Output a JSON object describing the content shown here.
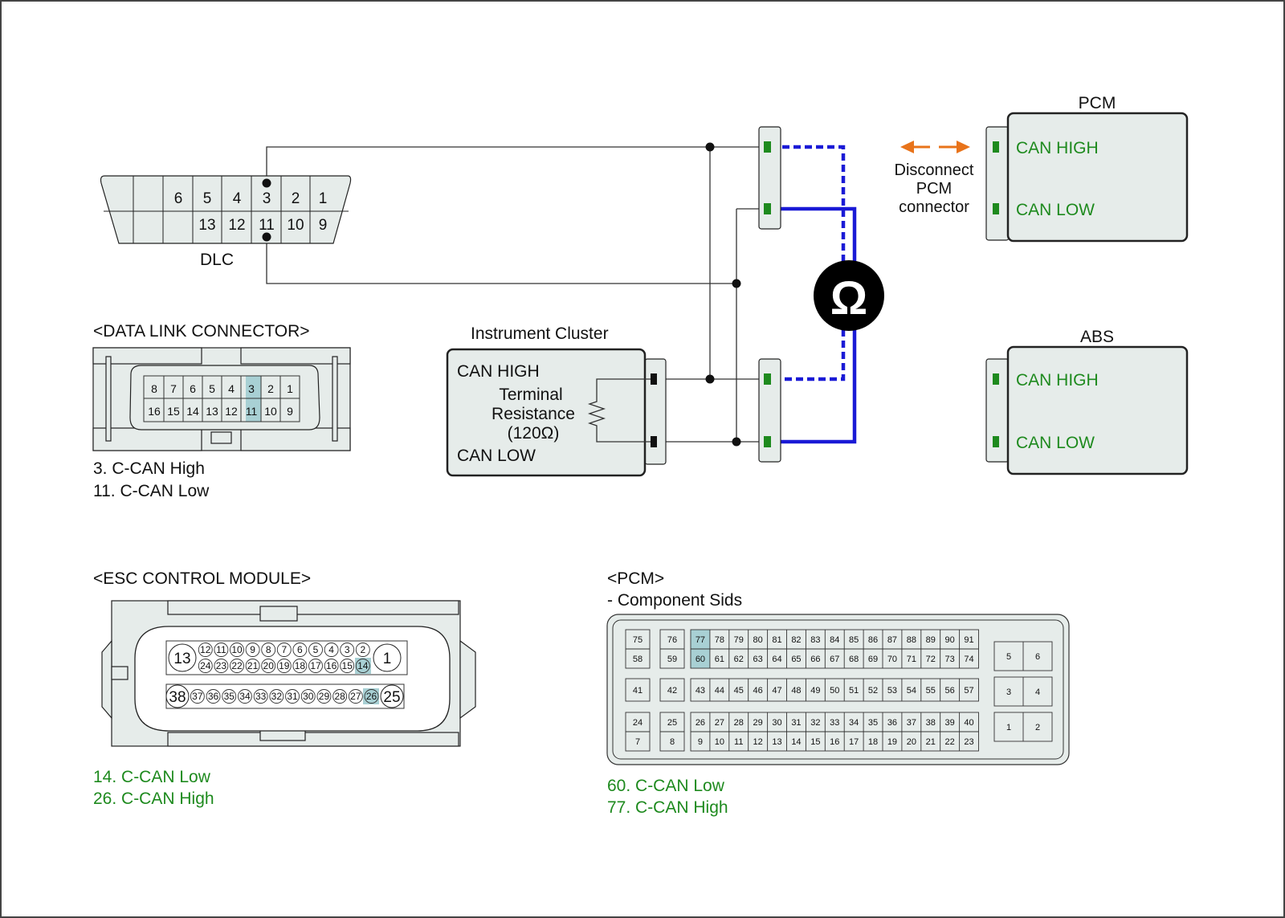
{
  "dlc": {
    "label": "DLC",
    "top_pins": [
      "6",
      "5",
      "4",
      "3",
      "2",
      "1"
    ],
    "bottom_pins": [
      "13",
      "12",
      "11",
      "10",
      "9"
    ]
  },
  "data_link_connector": {
    "title": "<DATA LINK CONNECTOR>",
    "top_pins": [
      "8",
      "7",
      "6",
      "5",
      "4",
      "3",
      "2",
      "1"
    ],
    "bottom_pins": [
      "16",
      "15",
      "14",
      "13",
      "12",
      "11",
      "10",
      "9"
    ],
    "highlighted": [
      "3",
      "11"
    ],
    "notes": [
      "3. C-CAN High",
      "11. C-CAN Low"
    ]
  },
  "instrument_cluster": {
    "title": "Instrument Cluster",
    "can_high": "CAN HIGH",
    "can_low": "CAN LOW",
    "terminal": "Terminal",
    "resistance": "Resistance",
    "value": "(120Ω)"
  },
  "meter": {
    "symbol": "Ω"
  },
  "pcm_module": {
    "title": "PCM",
    "can_high": "CAN HIGH",
    "can_low": "CAN LOW",
    "disconnect_lines": [
      "Disconnect",
      "PCM",
      "connector"
    ]
  },
  "abs_module": {
    "title": "ABS",
    "can_high": "CAN HIGH",
    "can_low": "CAN LOW"
  },
  "esc_module": {
    "title": "<ESC CONTROL MODULE>",
    "row1_large": [
      "13",
      "1"
    ],
    "row1_top": [
      "12",
      "11",
      "10",
      "9",
      "8",
      "7",
      "6",
      "5",
      "4",
      "3",
      "2"
    ],
    "row1_bottom": [
      "24",
      "23",
      "22",
      "21",
      "20",
      "19",
      "18",
      "17",
      "16",
      "15",
      "14"
    ],
    "row2_large": [
      "38",
      "25"
    ],
    "row2": [
      "37",
      "36",
      "35",
      "34",
      "33",
      "32",
      "31",
      "30",
      "29",
      "28",
      "27",
      "26"
    ],
    "highlighted": [
      "14",
      "26"
    ],
    "notes": [
      "14. C-CAN Low",
      "26. C-CAN High"
    ]
  },
  "pcm_connector": {
    "title": "<PCM>",
    "subtitle": "- Component Sids",
    "left_col": [
      [
        "75",
        "58"
      ],
      [
        "41"
      ],
      [
        "24",
        "7"
      ]
    ],
    "left_col2": [
      [
        "76",
        "59"
      ],
      [
        "42"
      ],
      [
        "25",
        "8"
      ]
    ],
    "main_row1_top": [
      "77",
      "78",
      "79",
      "80",
      "81",
      "82",
      "83",
      "84",
      "85",
      "86",
      "87",
      "88",
      "89",
      "90",
      "91"
    ],
    "main_row1_bottom": [
      "60",
      "61",
      "62",
      "63",
      "64",
      "65",
      "66",
      "67",
      "68",
      "69",
      "70",
      "71",
      "72",
      "73",
      "74"
    ],
    "main_row2": [
      "43",
      "44",
      "45",
      "46",
      "47",
      "48",
      "49",
      "50",
      "51",
      "52",
      "53",
      "54",
      "55",
      "56",
      "57"
    ],
    "main_row3_top": [
      "26",
      "27",
      "28",
      "29",
      "30",
      "31",
      "32",
      "33",
      "34",
      "35",
      "36",
      "37",
      "38",
      "39",
      "40"
    ],
    "main_row3_bottom": [
      "9",
      "10",
      "11",
      "12",
      "13",
      "14",
      "15",
      "16",
      "17",
      "18",
      "19",
      "20",
      "21",
      "22",
      "23"
    ],
    "right_pairs": [
      [
        "5",
        "6"
      ],
      [
        "3",
        "4"
      ],
      [
        "1",
        "2"
      ]
    ],
    "highlighted": [
      "77",
      "60"
    ],
    "notes": [
      "60. C-CAN Low",
      "77. C-CAN High"
    ]
  },
  "colors": {
    "highlight": "#a8d0d4",
    "note_green": "#1e8a1e",
    "probe_wire": "#1a1ad6",
    "arrow": "#e8731a",
    "module_fill": "#e6ecea"
  }
}
